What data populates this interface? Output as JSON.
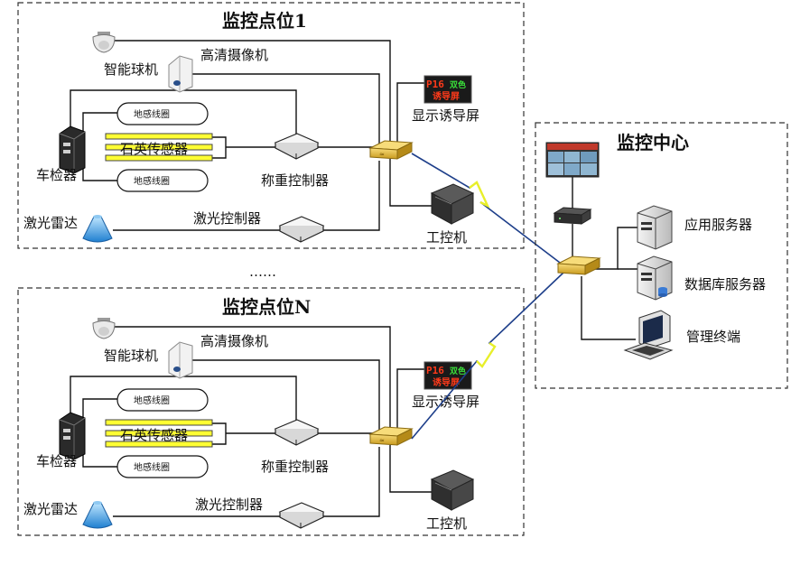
{
  "sites": [
    {
      "title": "监控点位1",
      "labels": {
        "dome_camera": "智能球机",
        "hd_camera": "高清摄像机",
        "display_screen": "显示诱导屏",
        "screen_text_line1": "P16",
        "screen_text_line1b": "双色",
        "screen_text_line2": "诱导屏",
        "loop_top": "地感线圈",
        "quartz_sensor": "石英传感器",
        "loop_bottom": "地感线圈",
        "vehicle_detector": "车检器",
        "weigh_controller": "称重控制器",
        "laser_radar": "激光雷达",
        "laser_controller": "激光控制器",
        "ipc": "工控机"
      }
    },
    {
      "title": "监控点位N",
      "labels": {
        "dome_camera": "智能球机",
        "hd_camera": "高清摄像机",
        "display_screen": "显示诱导屏",
        "screen_text_line1": "P16",
        "screen_text_line1b": "双色",
        "screen_text_line2": "诱导屏",
        "loop_top": "地感线圈",
        "quartz_sensor": "石英传感器",
        "loop_bottom": "地感线圈",
        "vehicle_detector": "车检器",
        "weigh_controller": "称重控制器",
        "laser_radar": "激光雷达",
        "laser_controller": "激光控制器",
        "ipc": "工控机"
      }
    }
  ],
  "ellipsis": "……",
  "center": {
    "title": "监控中心",
    "app_server": "应用服务器",
    "db_server": "数据库服务器",
    "terminal": "管理终端"
  },
  "colors": {
    "switch": "#e8b93a",
    "sensor_bar": "#ffff33",
    "wireless_link": "#1e3f8a",
    "lightning": "#e8ef2a",
    "radar": "#2e8bd6"
  }
}
